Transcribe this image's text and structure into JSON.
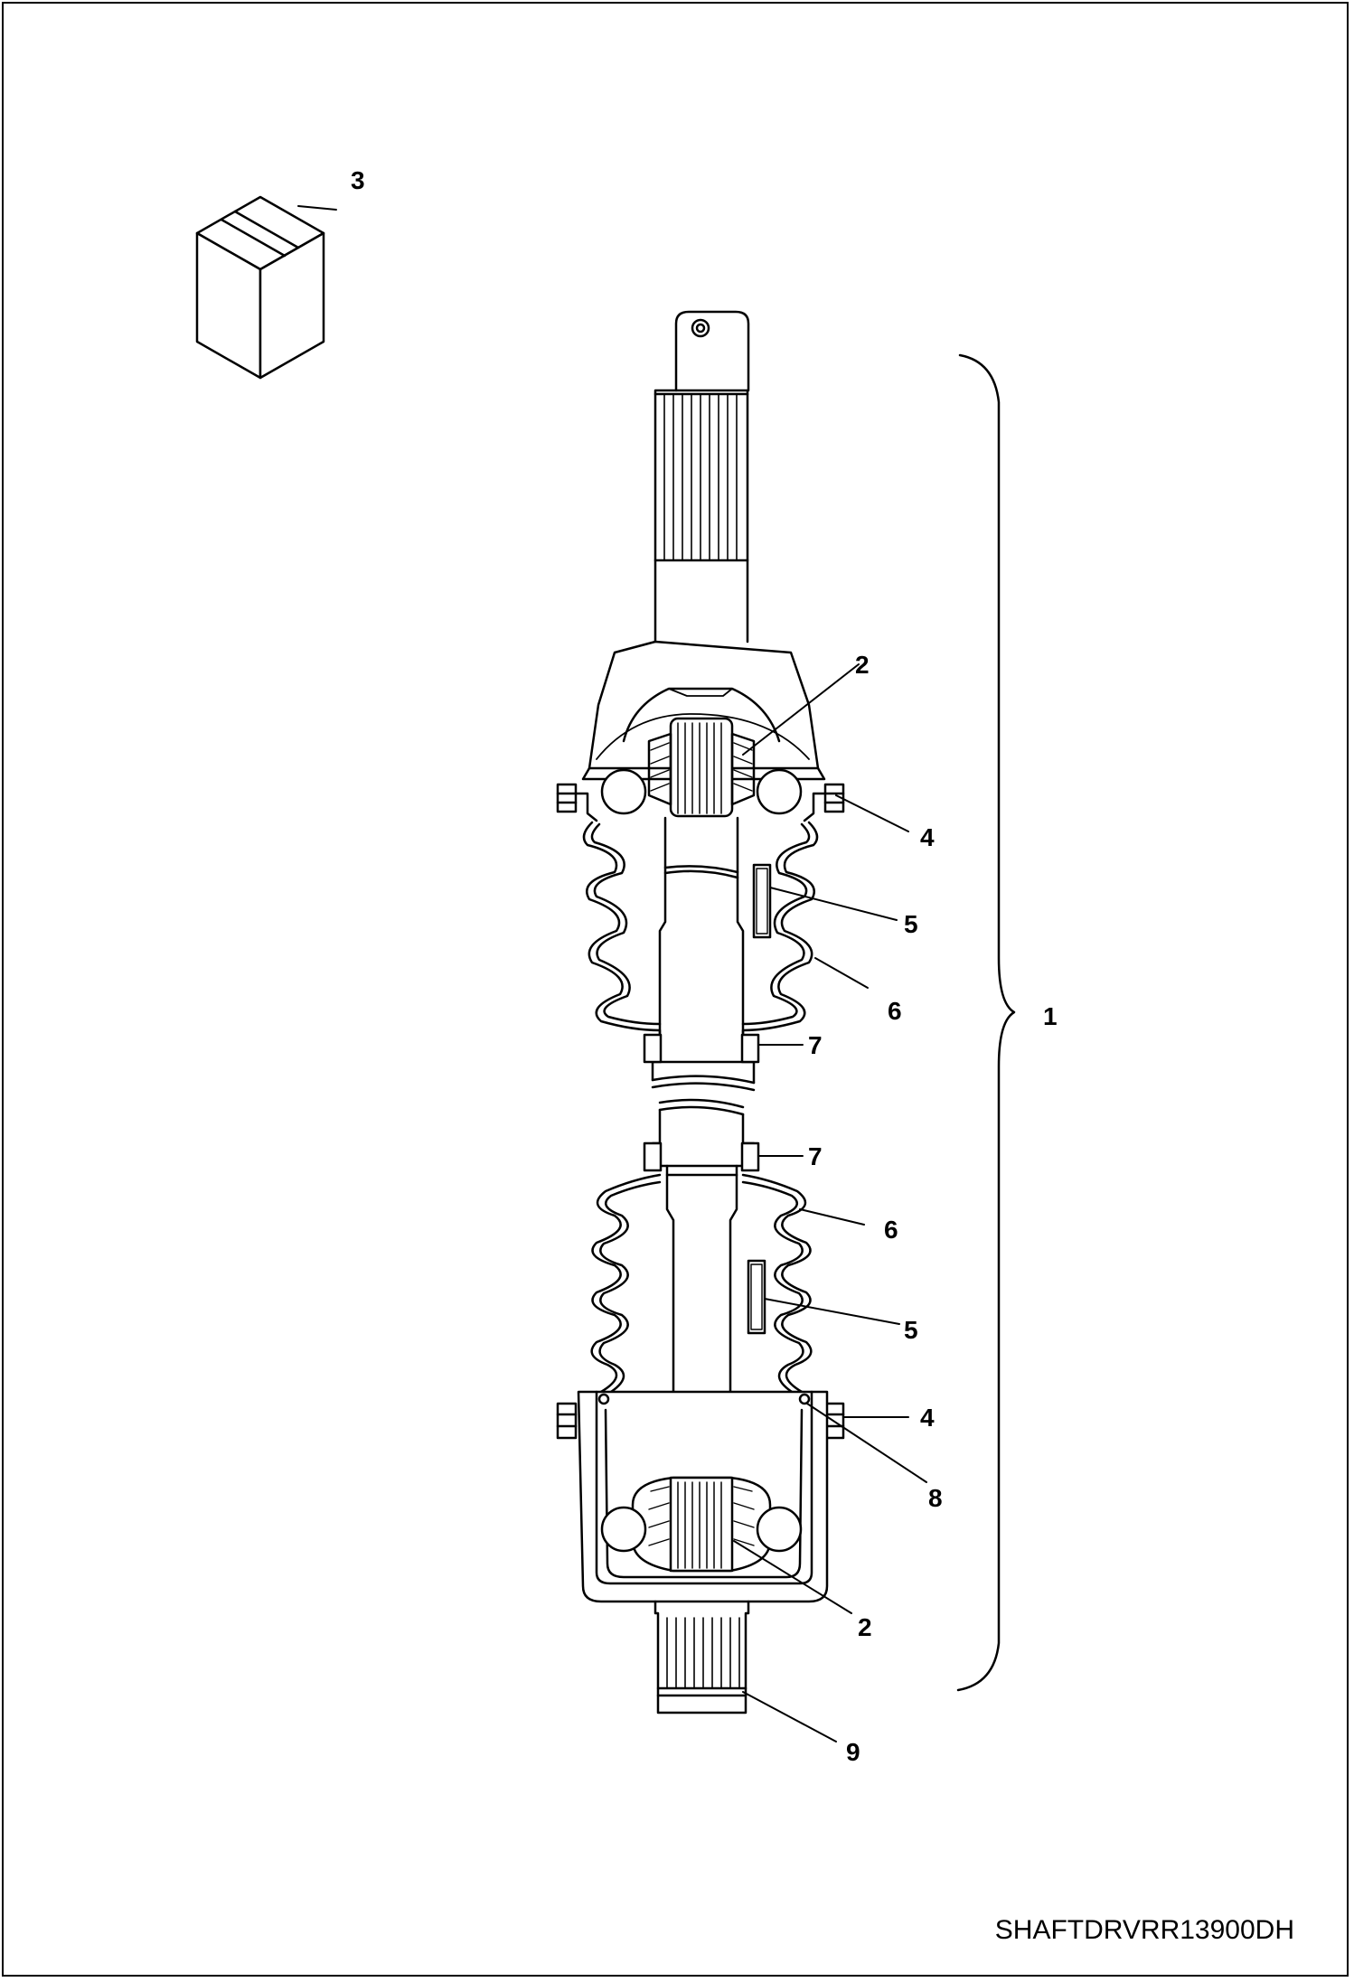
{
  "drawing": {
    "code": "SHAFTDRVRR13900DH",
    "callouts": [
      {
        "id": "c1",
        "label": "1"
      },
      {
        "id": "c2a",
        "label": "2"
      },
      {
        "id": "c2b",
        "label": "2"
      },
      {
        "id": "c3",
        "label": "3"
      },
      {
        "id": "c4a",
        "label": "4"
      },
      {
        "id": "c4b",
        "label": "4"
      },
      {
        "id": "c5a",
        "label": "5"
      },
      {
        "id": "c5b",
        "label": "5"
      },
      {
        "id": "c6a",
        "label": "6"
      },
      {
        "id": "c6b",
        "label": "6"
      },
      {
        "id": "c7a",
        "label": "7"
      },
      {
        "id": "c7b",
        "label": "7"
      },
      {
        "id": "c8",
        "label": "8"
      },
      {
        "id": "c9",
        "label": "9"
      }
    ]
  }
}
